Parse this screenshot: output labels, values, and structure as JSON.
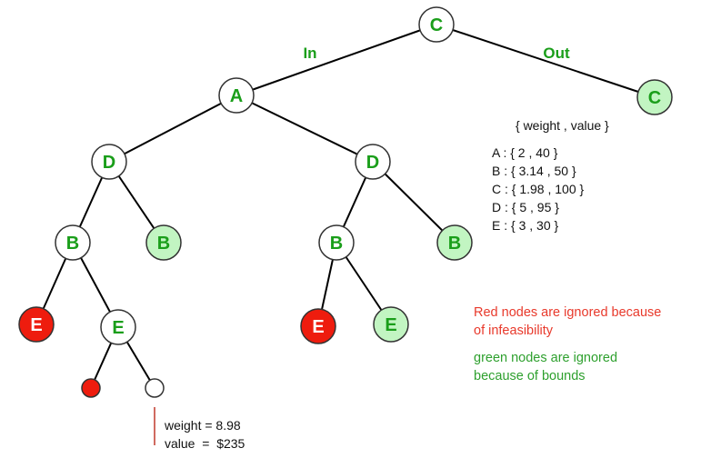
{
  "colors": {
    "node_border": "#333333",
    "label_green": "#1a9e1a",
    "plain_fill": "#ffffff",
    "bound_fill": "#c2f5c2",
    "infeasible_fill": "#ee1c0e",
    "infeasible_label": "#ffffff",
    "edge": "#000000",
    "result_line": "#c0392b",
    "note_red": "#e8392b",
    "note_green": "#2ea02e"
  },
  "edge_labels": {
    "in": "In",
    "out": "Out"
  },
  "nodes": {
    "root": {
      "label": "C",
      "state": "plain"
    },
    "c_out": {
      "label": "C",
      "state": "bound"
    },
    "a": {
      "label": "A",
      "state": "plain"
    },
    "d_left": {
      "label": "D",
      "state": "plain"
    },
    "d_right": {
      "label": "D",
      "state": "plain"
    },
    "b_ll": {
      "label": "B",
      "state": "plain"
    },
    "b_lr": {
      "label": "B",
      "state": "bound"
    },
    "b_rl": {
      "label": "B",
      "state": "plain"
    },
    "b_rr": {
      "label": "B",
      "state": "bound"
    },
    "e_lll": {
      "label": "E",
      "state": "infeasible"
    },
    "e_llr": {
      "label": "E",
      "state": "plain"
    },
    "e_rll": {
      "label": "E",
      "state": "infeasible"
    },
    "e_rlr": {
      "label": "E",
      "state": "bound"
    },
    "leaf_infeasible": {
      "label": "",
      "state": "infeasible"
    },
    "leaf_result": {
      "label": "",
      "state": "plain"
    }
  },
  "items_table": {
    "header": "{ weight , value }",
    "rows": [
      "A : { 2 , 40 }",
      "B : { 3.14 , 50 }",
      "C : { 1.98 , 100 }",
      "D : { 5 , 95 }",
      "E : { 3 , 30 }"
    ]
  },
  "result": {
    "weight_line": "weight = 8.98",
    "value_line": "value  =  $235"
  },
  "legend": {
    "red_line1": "Red nodes are ignored because",
    "red_line2": "of infeasibility",
    "green_line1": "green nodes are ignored",
    "green_line2": "because of bounds"
  }
}
